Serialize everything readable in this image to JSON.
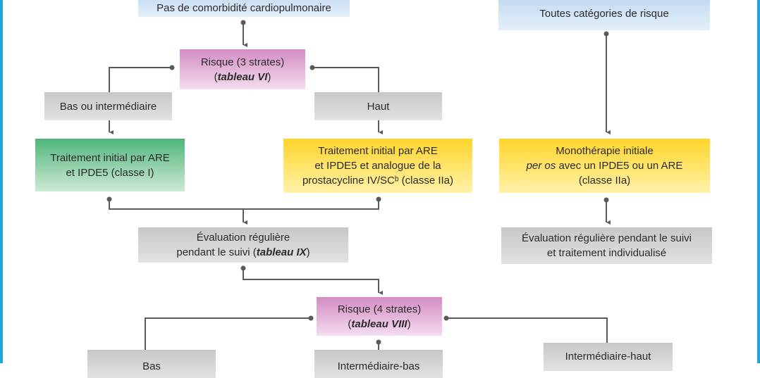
{
  "top_left": {
    "text": "Pas de comorbidité cardiopulmonaire"
  },
  "top_right": {
    "text": "Toutes catégories de risque"
  },
  "risk3": {
    "line1": "Risque (3 strates)",
    "ref_open": "(",
    "ref": "tableau VI",
    "ref_close": ")"
  },
  "low_inter": {
    "text": "Bas ou intermédiaire"
  },
  "high": {
    "text": "Haut"
  },
  "treat_green": {
    "line1": "Traitement initial par ARE",
    "line2": "et IPDE5 (classe I)"
  },
  "treat_yellow": {
    "line1": "Traitement initial par ARE",
    "line2": "et IPDE5 et analogue de la",
    "line3": "prostacycline IV/SCᵇ (classe IIa)"
  },
  "mono": {
    "line1": "Monothérapie initiale",
    "line2_italic": "per os",
    "line2_rest": " avec un IPDE5 ou un ARE",
    "line3": "(classe IIa)"
  },
  "eval_left": {
    "line1": "Évaluation régulière",
    "line2_pre": "pendant le suivi (",
    "ref": "tableau IX",
    "close": ")"
  },
  "eval_right": {
    "line1": "Évaluation régulière pendant le suivi",
    "line2": "et traitement individualisé"
  },
  "risk4": {
    "line1": "Risque (4 strates)",
    "ref_open": "(",
    "ref": "tableau VIII",
    "ref_close": ")"
  },
  "bottom_left": {
    "text": "Bas"
  },
  "bottom_mid": {
    "text": "Intermédiaire-bas"
  },
  "bottom_right": {
    "text": "Intermédiaire-haut"
  },
  "colors": {
    "frame": "#1aa7dd",
    "connector": "#5a5a5a"
  }
}
